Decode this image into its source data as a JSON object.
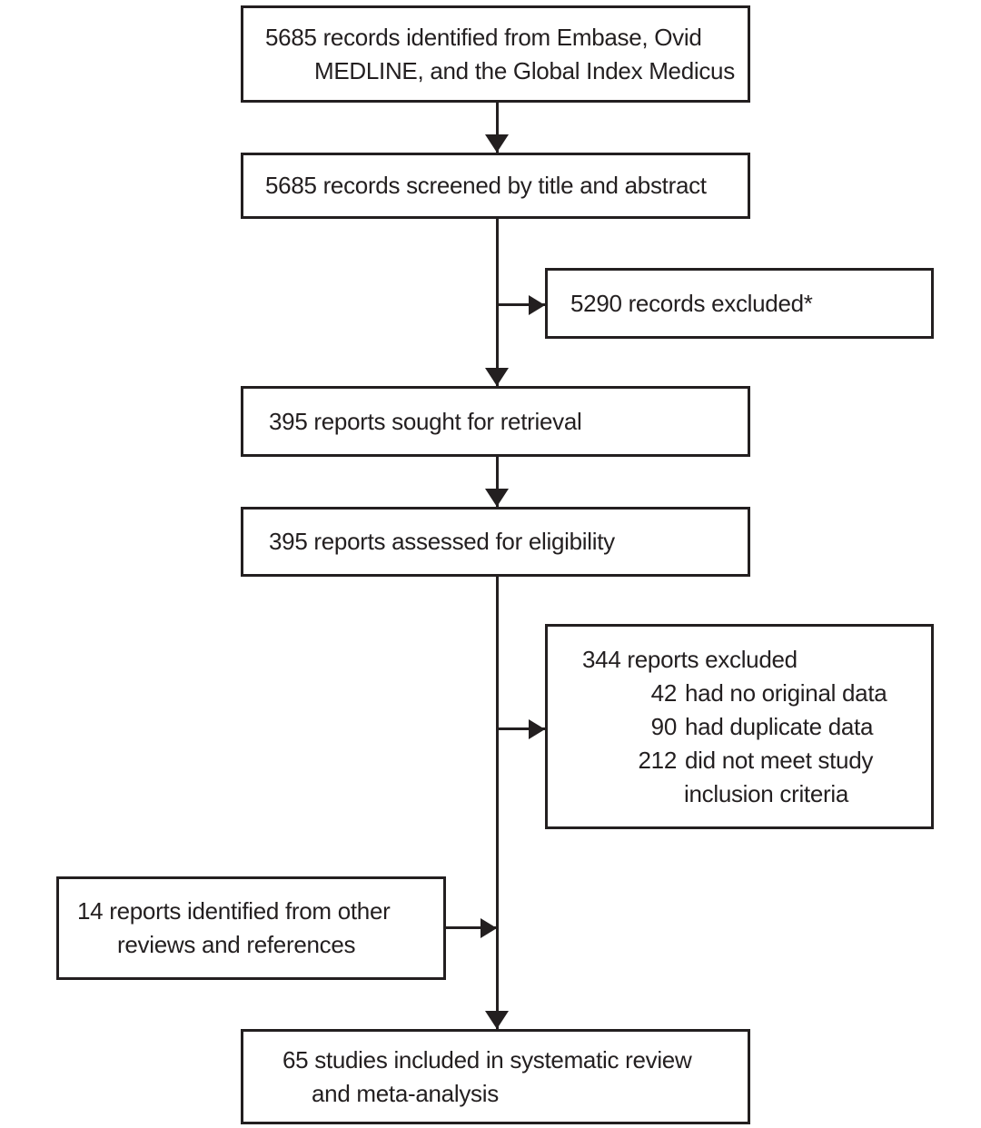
{
  "figure": {
    "type": "prisma-flow-diagram",
    "ink_color": "#231f20",
    "background_color": "#ffffff"
  },
  "boxes": {
    "identified": {
      "line1": "5685 records identified from Embase, Ovid",
      "line2": "MEDLINE, and the Global Index Medicus"
    },
    "screened": {
      "line1": "5685 records screened by title and abstract"
    },
    "records_excluded": {
      "line1": "5290 records excluded*"
    },
    "sought": {
      "line1": "395 reports sought for retrieval"
    },
    "assessed": {
      "line1": "395 reports assessed for eligibility"
    },
    "reports_excluded": {
      "title": "344 reports excluded",
      "items": [
        {
          "num": "42",
          "text": "had no original data"
        },
        {
          "num": "90",
          "text": "had duplicate data"
        },
        {
          "num": "212",
          "text": "did not meet study"
        }
      ],
      "continuation": "inclusion criteria"
    },
    "other_sources": {
      "line1": "14 reports identified from other",
      "line2": "reviews and references"
    },
    "included": {
      "line1": "65 studies included in systematic review",
      "line2": "and meta-analysis"
    }
  }
}
